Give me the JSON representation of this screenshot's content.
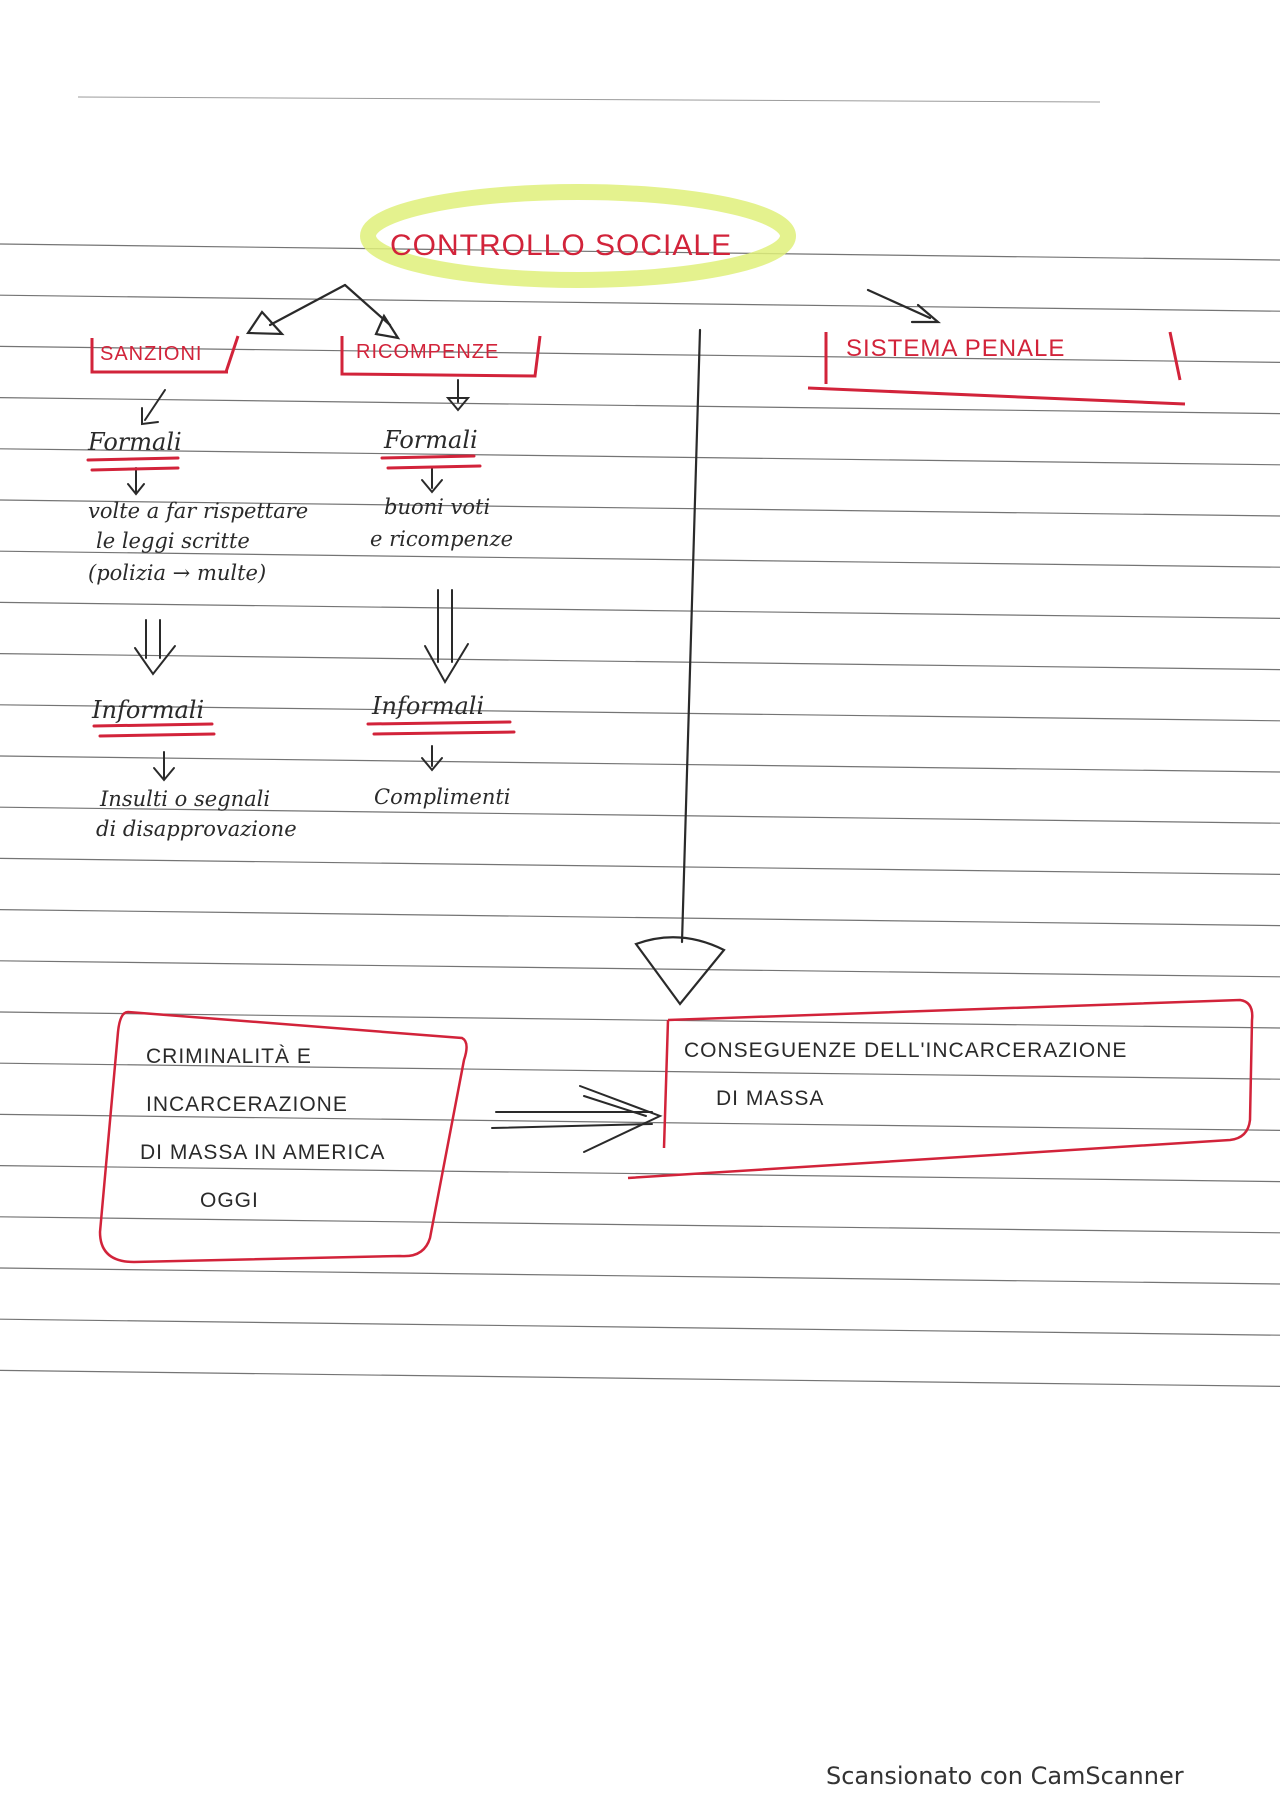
{
  "title": "CONTROLLO SOCIALE",
  "branches": {
    "sanzioni": {
      "label": "SANZIONI",
      "formali": "Formali",
      "formali_desc": [
        "volte a far rispettare",
        "le leggi scritte",
        "(polizia → multe)"
      ],
      "informali": "Informali",
      "informali_desc": [
        "Insulti o segnali",
        "di disapprovazione"
      ]
    },
    "ricompenze": {
      "label": "RICOMPENZE",
      "formali": "Formali",
      "formali_desc": [
        "buoni voti",
        "e ricompenze"
      ],
      "informali": "Informali",
      "informali_desc": [
        "Complimenti"
      ]
    },
    "sistema_penale": {
      "label": "SISTEMA PENALE"
    }
  },
  "boxes": {
    "criminalita": [
      "CRIMINALITÀ E",
      "INCARCERAZIONE",
      "DI MASSA IN AMERICA",
      "OGGI"
    ],
    "conseguenze": [
      "CONSEGUENZE DELL'INCARCERAZIONE",
      "DI MASSA"
    ]
  },
  "footer": "Scansionato con CamScanner",
  "colors": {
    "ink_red": "#d2233a",
    "ink_dark": "#2a2a2a",
    "highlight": "#dff07a",
    "rule_line": "#3a3a3a"
  }
}
